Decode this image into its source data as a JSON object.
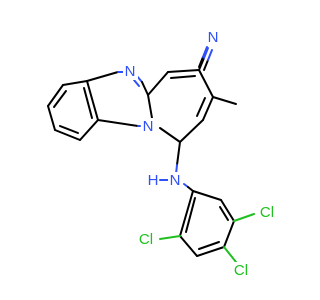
{
  "molecule": {
    "atoms": {
      "n_imidazole": "N",
      "n_bridge": "N",
      "n_nitrile": "N",
      "nh": "N",
      "h": "H",
      "cl_ortho": "Cl",
      "cl_para": "Cl",
      "cl_meta": "Cl"
    }
  },
  "colors": {
    "nitrogen": "#3050f8",
    "chlorine": "#1fc01f",
    "carbon": "#000000"
  }
}
